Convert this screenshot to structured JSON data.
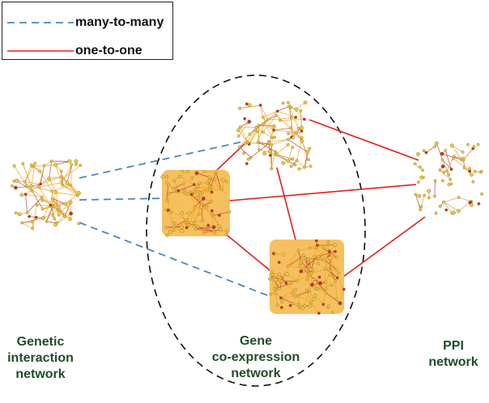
{
  "legend": {
    "items": [
      {
        "label": "many-to-many",
        "style": "dashed",
        "color": "#4a86c8"
      },
      {
        "label": "one-to-one",
        "style": "solid",
        "color": "#e02020"
      }
    ]
  },
  "captions": {
    "genetic": [
      "Genetic",
      "interaction",
      "network"
    ],
    "coexpression": [
      "Gene",
      "co-expression",
      "network"
    ],
    "ppi": [
      "PPI",
      "network"
    ]
  },
  "colors": {
    "caption_text": "#1f4d26",
    "dashed_link": "#4a86c8",
    "solid_link": "#e02020",
    "node_fill": "#e8c84a",
    "node_dark": "#c03030",
    "edge_orange": "#f0a020",
    "edge_red": "#c04040"
  }
}
